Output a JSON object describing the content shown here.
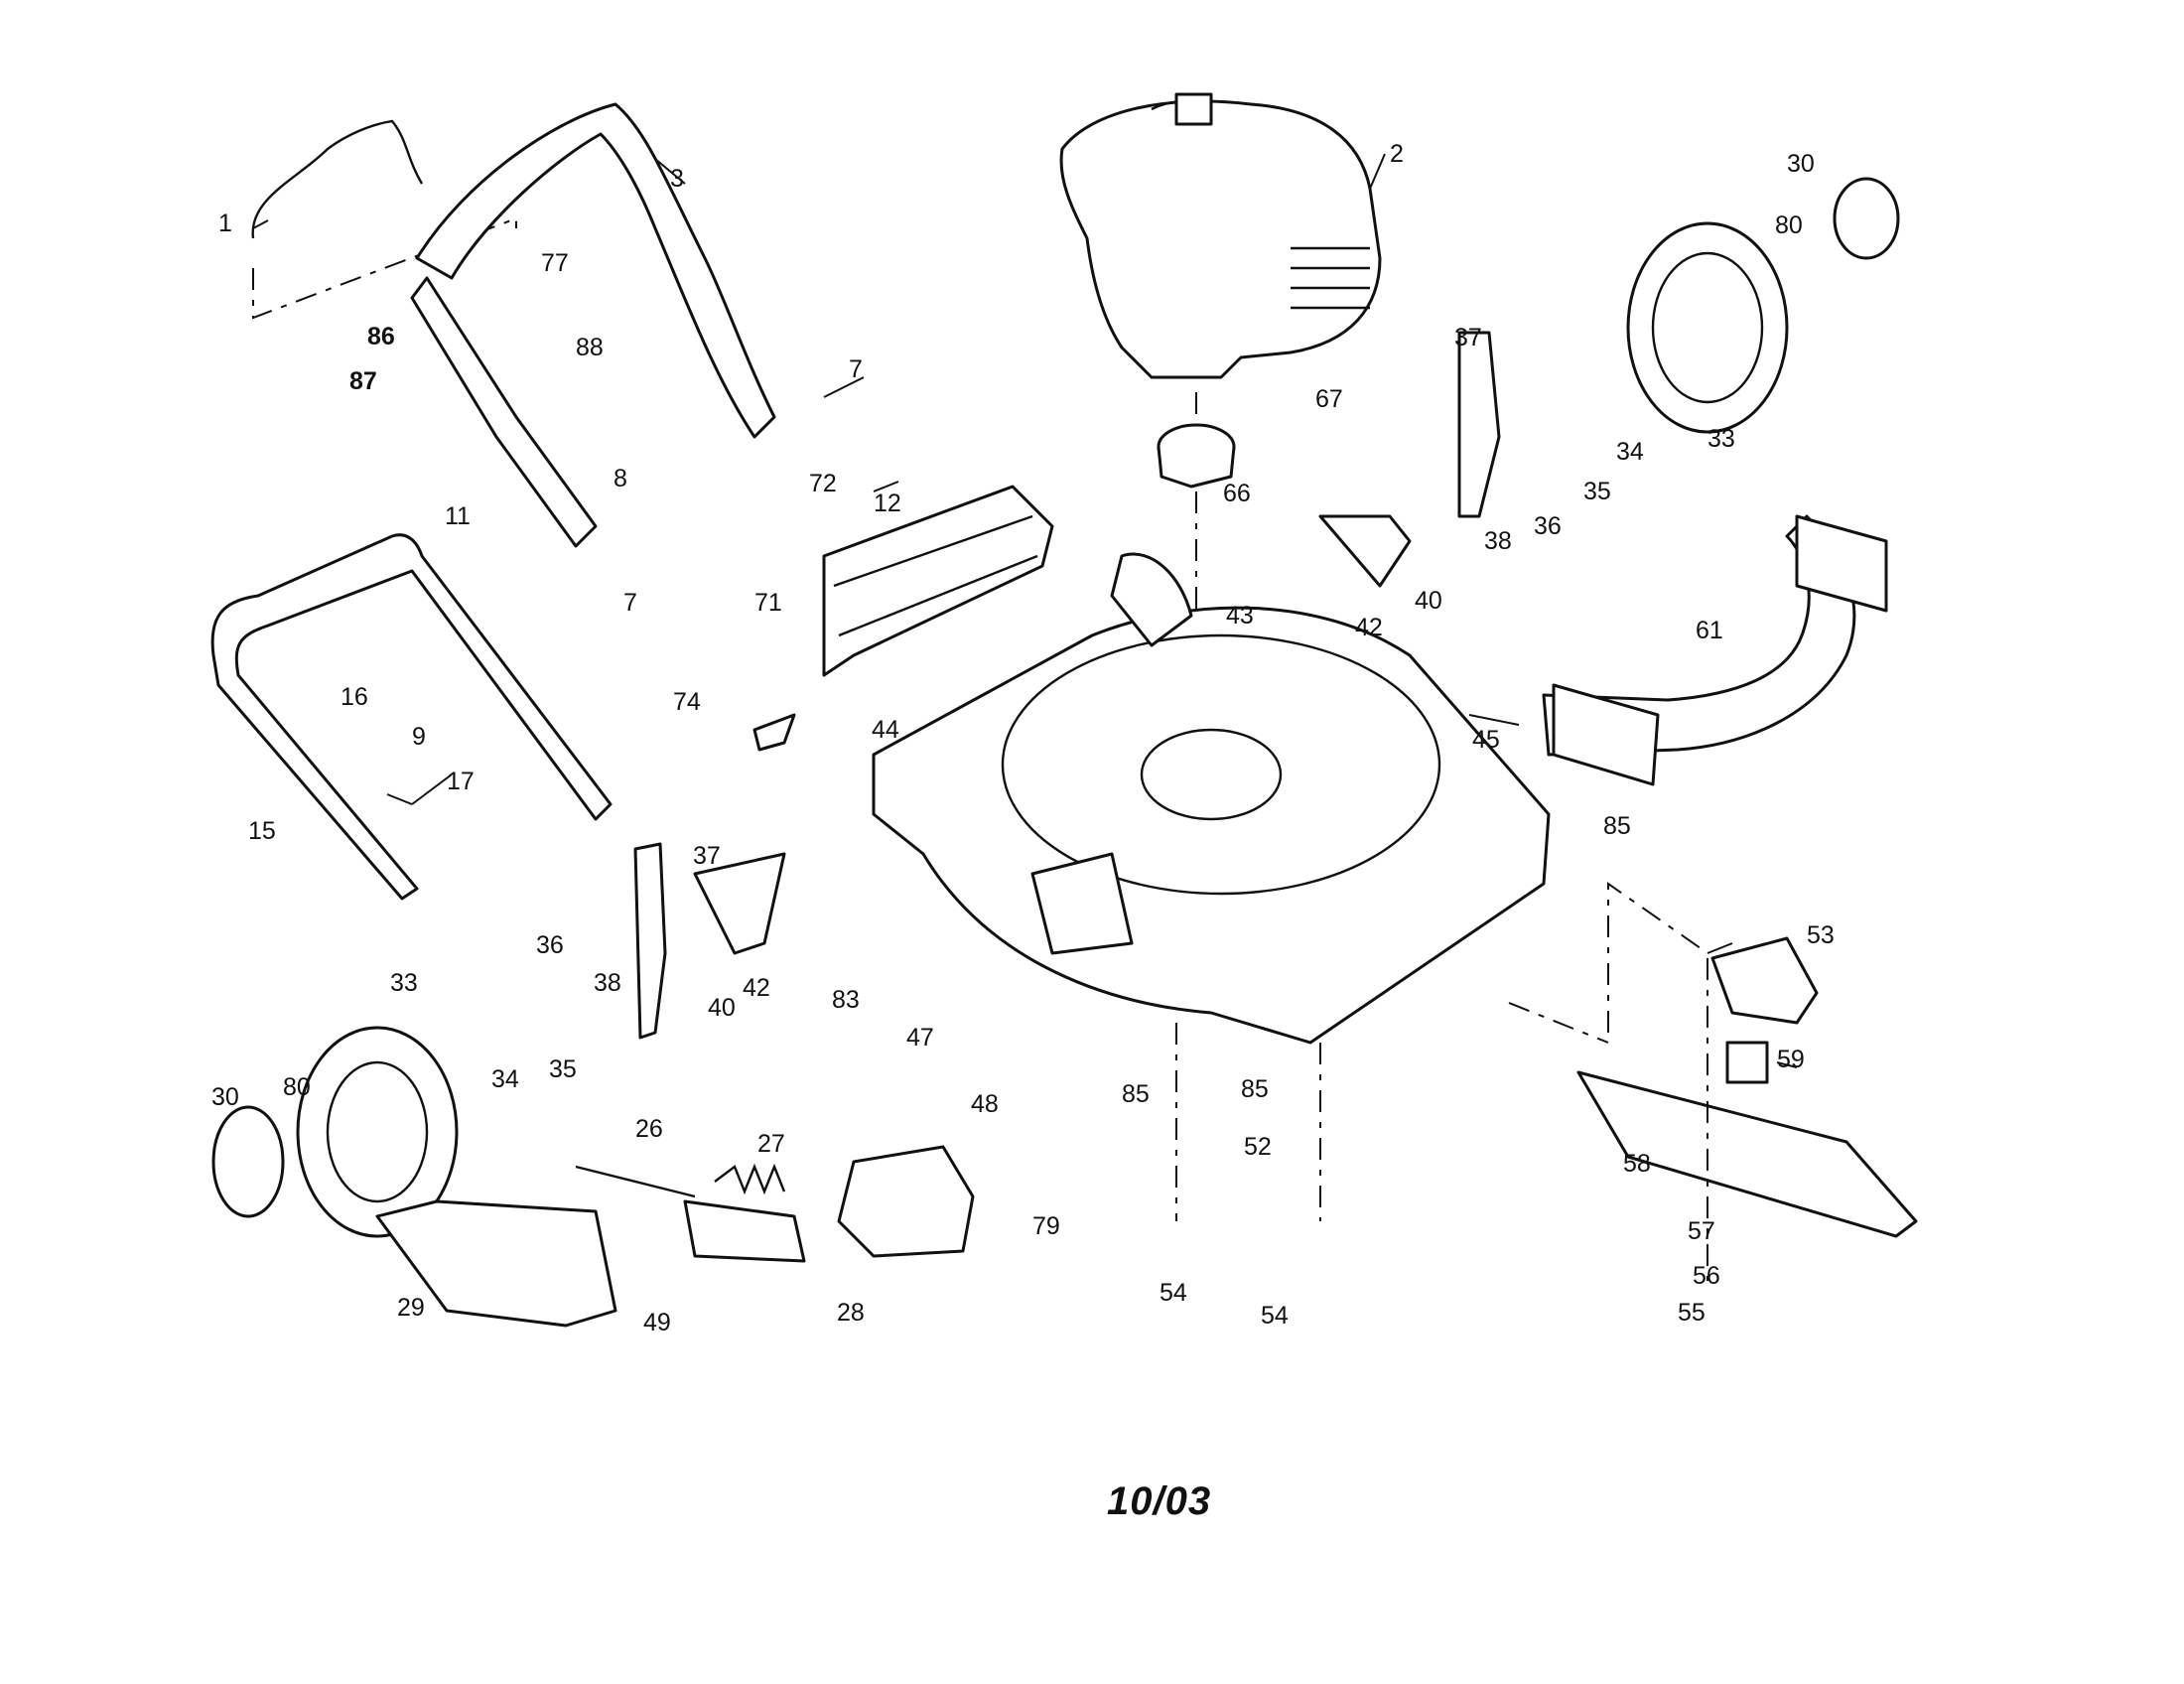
{
  "diagram": {
    "date_code": "10/03",
    "callouts": [
      "1",
      "2",
      "3",
      "7",
      "8",
      "9",
      "11",
      "12",
      "15",
      "16",
      "17",
      "26",
      "27",
      "28",
      "29",
      "30",
      "30",
      "33",
      "33",
      "34",
      "34",
      "35",
      "35",
      "36",
      "36",
      "37",
      "37",
      "38",
      "38",
      "40",
      "40",
      "42",
      "42",
      "43",
      "44",
      "45",
      "47",
      "48",
      "49",
      "52",
      "53",
      "54",
      "54",
      "55",
      "56",
      "57",
      "58",
      "59",
      "61",
      "66",
      "67",
      "71",
      "72",
      "74",
      "77",
      "79",
      "80",
      "80",
      "83",
      "85",
      "85",
      "85",
      "86",
      "87",
      "88",
      "7"
    ]
  }
}
